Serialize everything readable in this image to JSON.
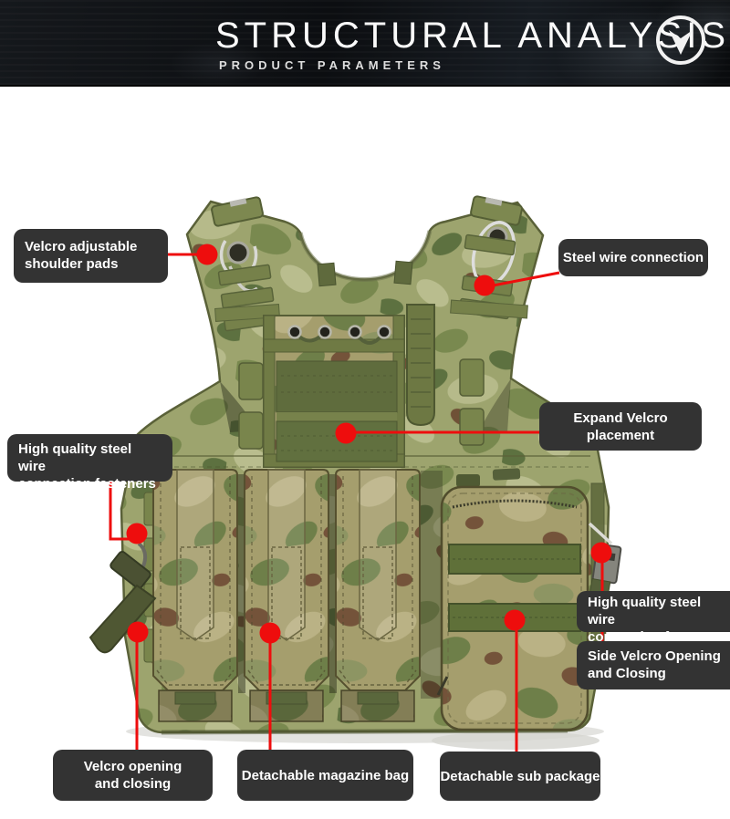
{
  "header": {
    "title": "STRUCTURAL ANALYSIS",
    "subtitle": "PRODUCT PARAMETERS",
    "logo_icon": "down-arrow-circle-icon"
  },
  "colors": {
    "accent_red": "#ee0d0d",
    "label_background": "#333333",
    "header_background": "#0d1014",
    "camo_base": "#9da46e",
    "camo_green": "#6d7f4a",
    "camo_brown": "#6f5136",
    "webbing_olive": "#76814a"
  },
  "callouts": {
    "shoulder_pads": {
      "label": "Velcro adjustable\nshoulder pads"
    },
    "steel_wire": {
      "label": "Steel wire connection"
    },
    "fasteners_left": {
      "label": "High quality steel wire\nconnection fasteners"
    },
    "expand_velcro": {
      "label": "Expand Velcro placement"
    },
    "fasteners_right": {
      "label": "High quality steel wire\nconnection fasteners"
    },
    "side_velcro": {
      "label": "Side Velcro Opening\nand Closing"
    },
    "velcro_opening": {
      "label": "Velcro opening\nand closing"
    },
    "magazine_bag": {
      "label": "Detachable magazine bag"
    },
    "sub_package": {
      "label": "Detachable sub package"
    }
  }
}
